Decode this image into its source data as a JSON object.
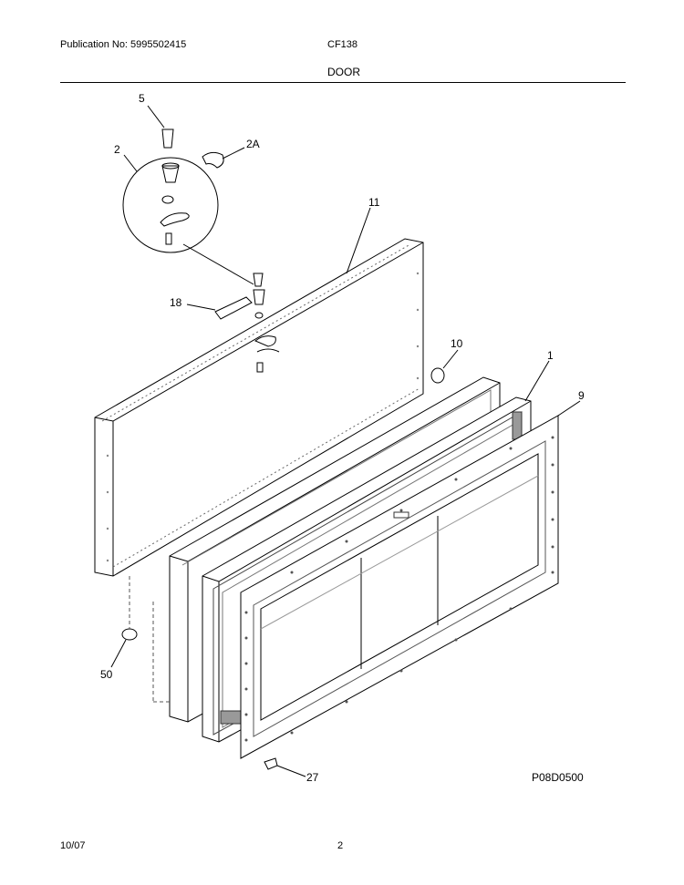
{
  "header": {
    "publication": "Publication No: 5995502415",
    "model": "CF138",
    "section_title": "DOOR"
  },
  "parts": [
    {
      "callout": "5"
    },
    {
      "callout": "2"
    },
    {
      "callout": "2A"
    },
    {
      "callout": "11"
    },
    {
      "callout": "18"
    },
    {
      "callout": "10"
    },
    {
      "callout": "1"
    },
    {
      "callout": "9"
    },
    {
      "callout": "50"
    },
    {
      "callout": "27"
    }
  ],
  "illustration_code": "P08D0500",
  "footer": {
    "date": "10/07",
    "page": "2"
  }
}
